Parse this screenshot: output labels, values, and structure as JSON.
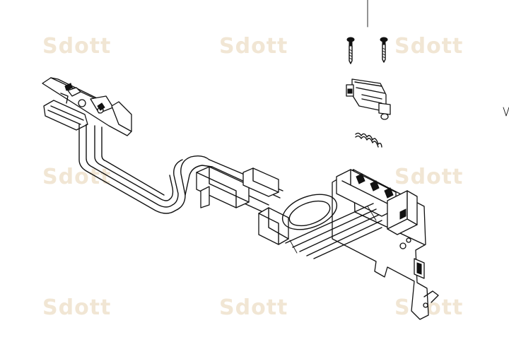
{
  "watermark": {
    "text": "Sdott",
    "color": "#f1e6d4"
  },
  "diagram": {
    "line_color": "#111111",
    "background": "#ffffff",
    "parts": [
      "left-mount-bracket",
      "cable-harness",
      "right-mount-frame",
      "screw-1",
      "screw-2",
      "hinge-clip",
      "spring"
    ]
  }
}
